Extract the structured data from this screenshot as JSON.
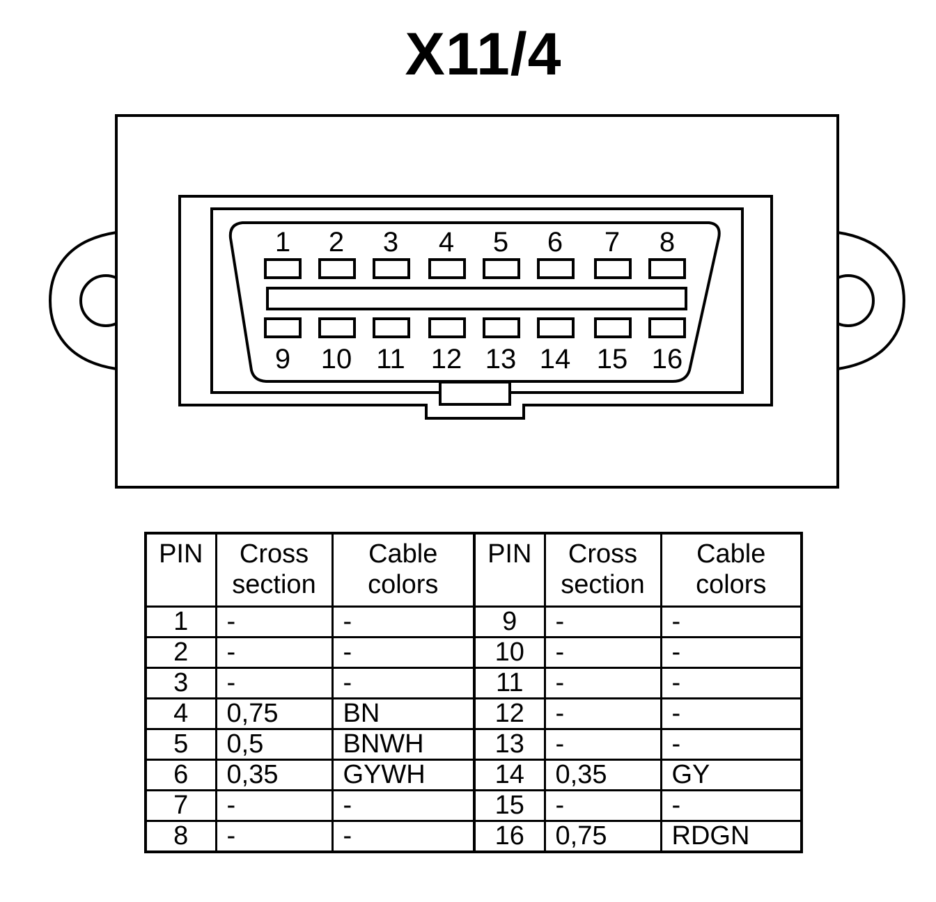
{
  "title": "X11/4",
  "connector": {
    "top_pins": [
      "1",
      "2",
      "3",
      "4",
      "5",
      "6",
      "7",
      "8"
    ],
    "bottom_pins": [
      "9",
      "10",
      "11",
      "12",
      "13",
      "14",
      "15",
      "16"
    ]
  },
  "table": {
    "headers": [
      "PIN",
      "Cross section",
      "Cable colors",
      "PIN",
      "Cross section",
      "Cable colors"
    ],
    "rows": [
      {
        "pin_a": "1",
        "cross_a": "-",
        "color_a": "-",
        "pin_b": "9",
        "cross_b": "-",
        "color_b": "-"
      },
      {
        "pin_a": "2",
        "cross_a": "-",
        "color_a": "-",
        "pin_b": "10",
        "cross_b": "-",
        "color_b": "-"
      },
      {
        "pin_a": "3",
        "cross_a": "-",
        "color_a": "-",
        "pin_b": "11",
        "cross_b": "-",
        "color_b": "-"
      },
      {
        "pin_a": "4",
        "cross_a": "0,75",
        "color_a": "BN",
        "pin_b": "12",
        "cross_b": "-",
        "color_b": "-"
      },
      {
        "pin_a": "5",
        "cross_a": "0,5",
        "color_a": "BNWH",
        "pin_b": "13",
        "cross_b": "-",
        "color_b": "-"
      },
      {
        "pin_a": "6",
        "cross_a": "0,35",
        "color_a": "GYWH",
        "pin_b": "14",
        "cross_b": "0,35",
        "color_b": "GY"
      },
      {
        "pin_a": "7",
        "cross_a": "-",
        "color_a": "-",
        "pin_b": "15",
        "cross_b": "-",
        "color_b": "-"
      },
      {
        "pin_a": "8",
        "cross_a": "-",
        "color_a": "-",
        "pin_b": "16",
        "cross_b": "0,75",
        "color_b": "RDGN"
      }
    ]
  }
}
